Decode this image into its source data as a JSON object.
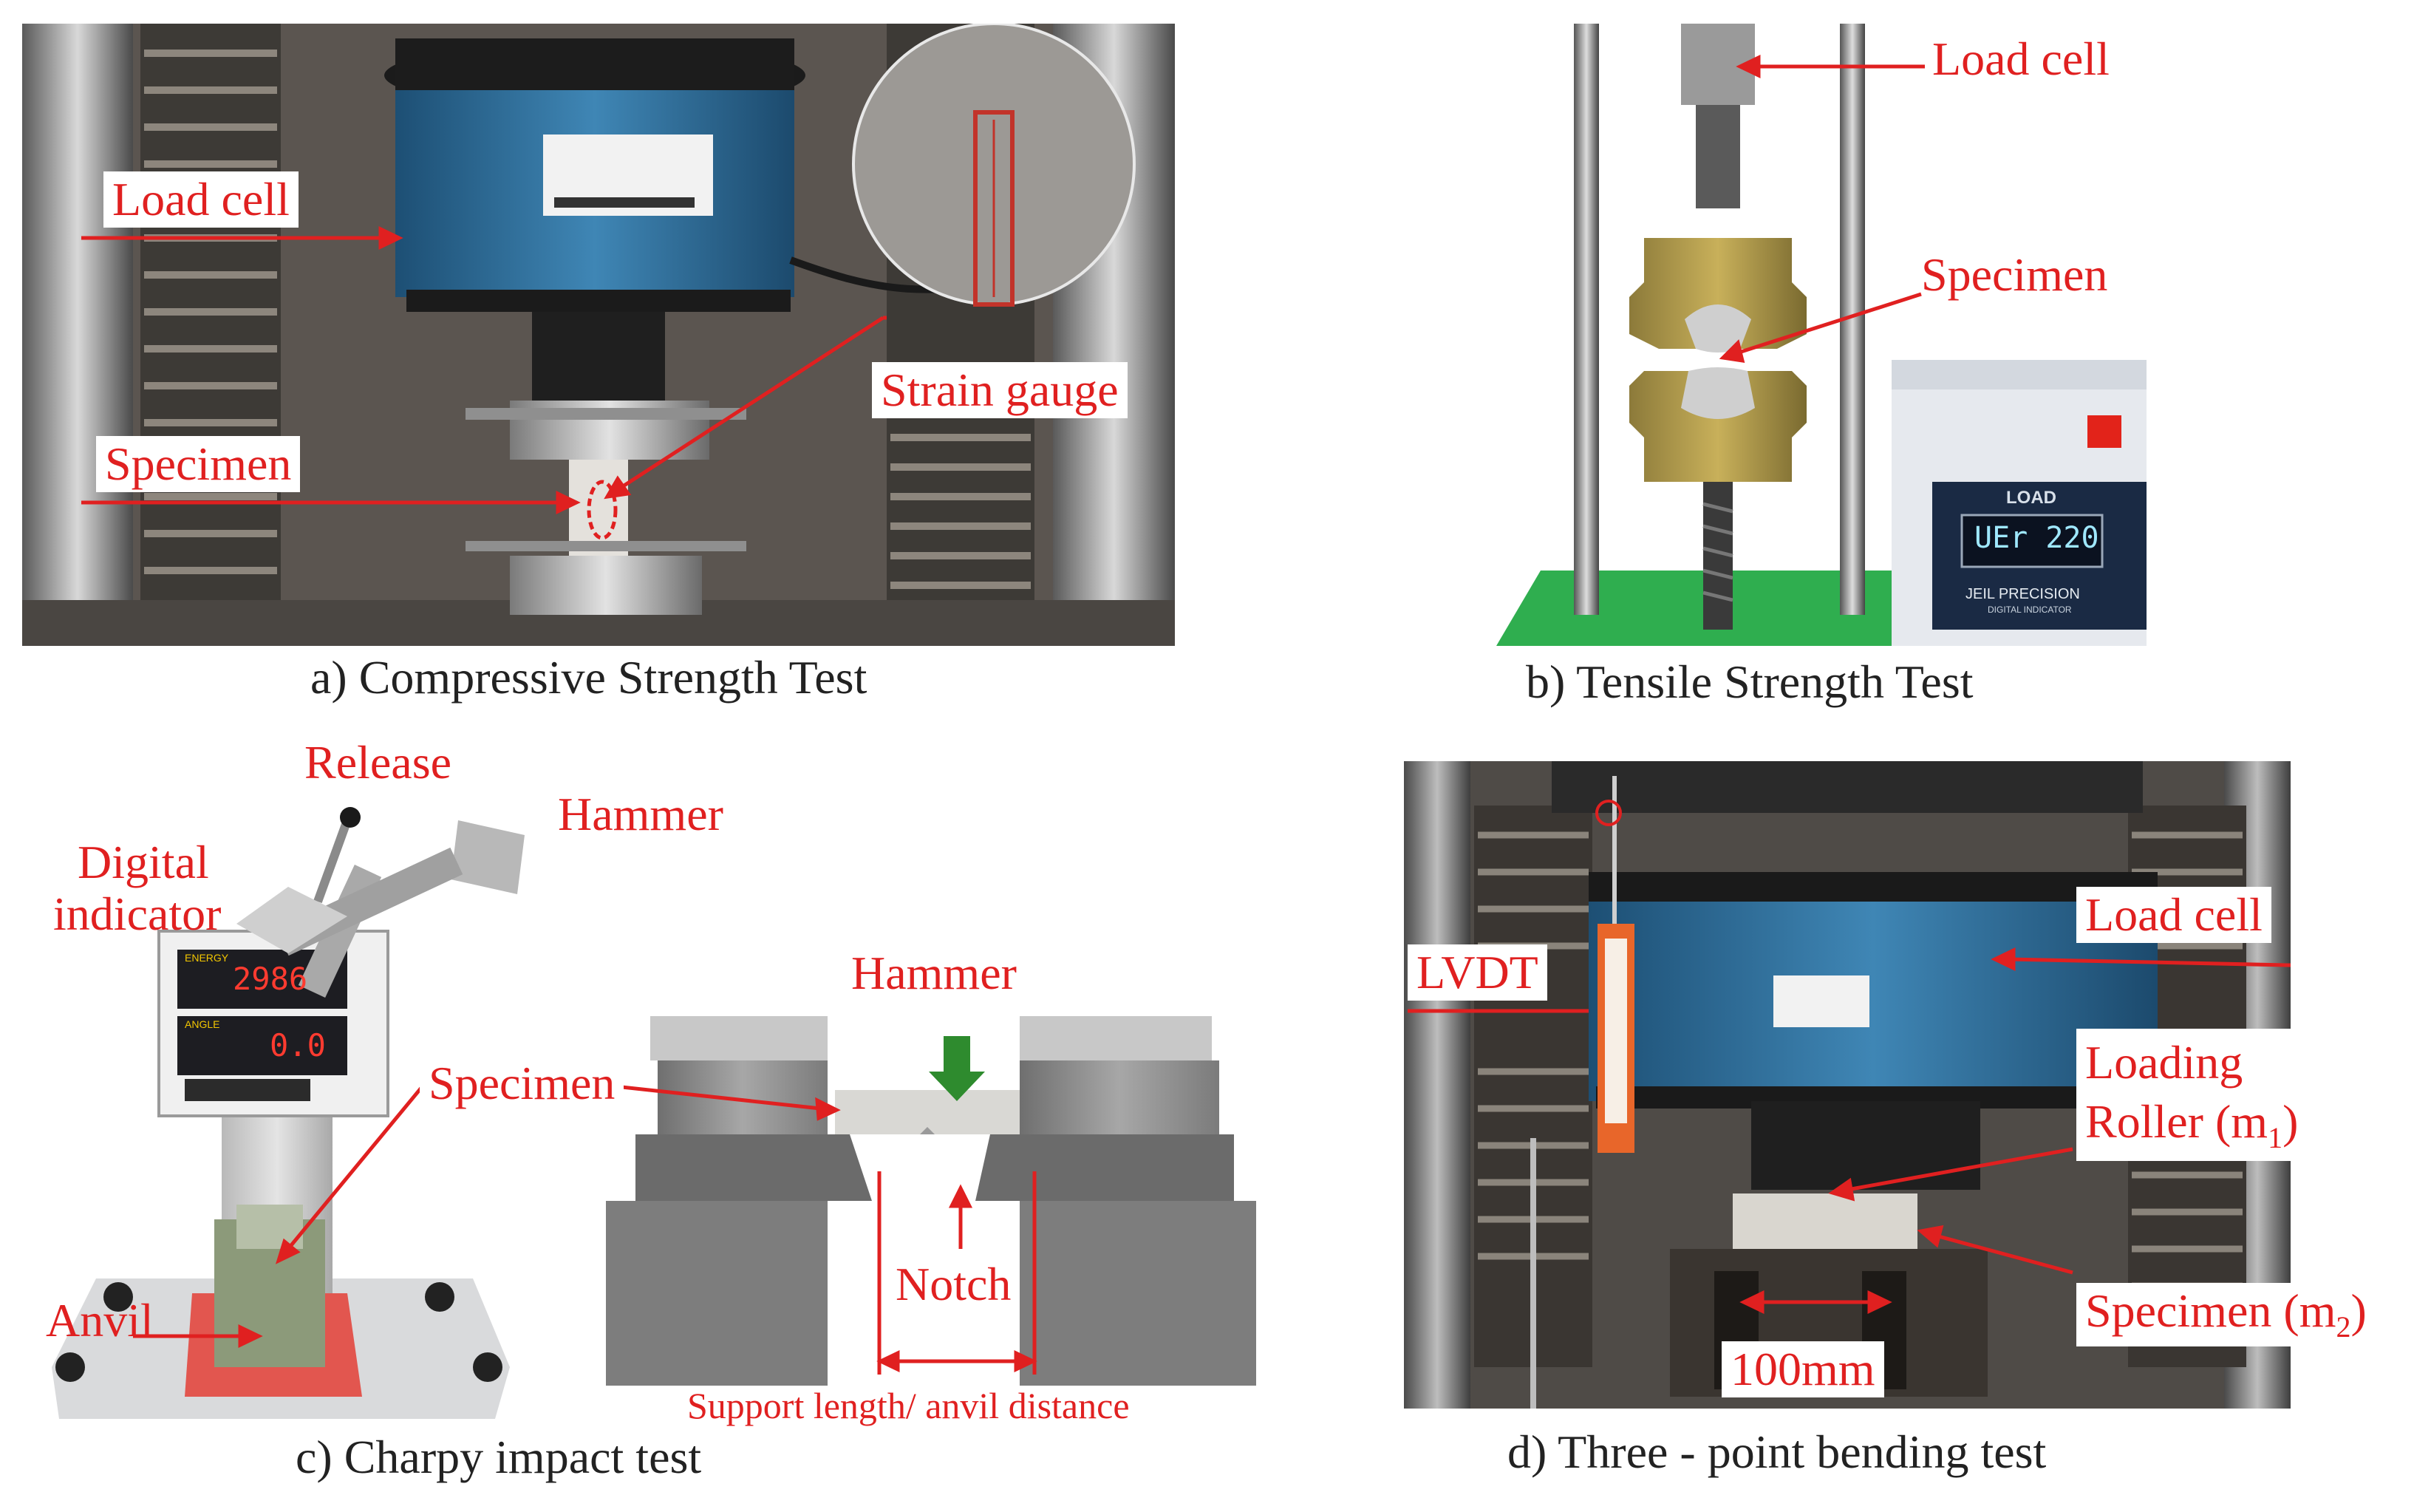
{
  "panels": {
    "a": {
      "caption": "a) Compressive Strength Test",
      "labels": {
        "load_cell": "Load cell",
        "specimen": "Specimen",
        "strain_gauge": "Strain gauge"
      }
    },
    "b": {
      "caption": "b) Tensile Strength Test",
      "labels": {
        "load_cell": "Load cell",
        "specimen": "Specimen"
      },
      "display": {
        "header": "LOAD",
        "value": "UEr 220",
        "brand": "JEIL PRECISION",
        "subtitle": "DIGITAL INDICATOR"
      }
    },
    "c": {
      "caption": "c) Charpy impact test",
      "labels": {
        "release": "Release",
        "hammer": "Hammer",
        "digital_indicator_1": "Digital",
        "digital_indicator_2": "indicator",
        "specimen": "Specimen",
        "anvil": "Anvil",
        "hammer2": "Hammer",
        "notch": "Notch",
        "support_length": "Support length/ anvil distance"
      },
      "display": {
        "energy_label": "ENERGY",
        "energy_value": "2986",
        "angle_label": "ANGLE",
        "angle_value": "0.0"
      }
    },
    "d": {
      "caption": "d) Three - point bending test",
      "labels": {
        "load_cell": "Load cell",
        "lvdt": "LVDT",
        "loading": "Loading",
        "roller": "Roller (m",
        "roller_sub": "1",
        "roller_end": ")",
        "specimen": "Specimen (m",
        "specimen_sub": "2",
        "specimen_end": ")",
        "span": "100mm"
      }
    }
  },
  "colors": {
    "annotation": "#e02020",
    "load_cell_blue": "#2f6f9a",
    "green_arrow": "#2e8b2e"
  }
}
